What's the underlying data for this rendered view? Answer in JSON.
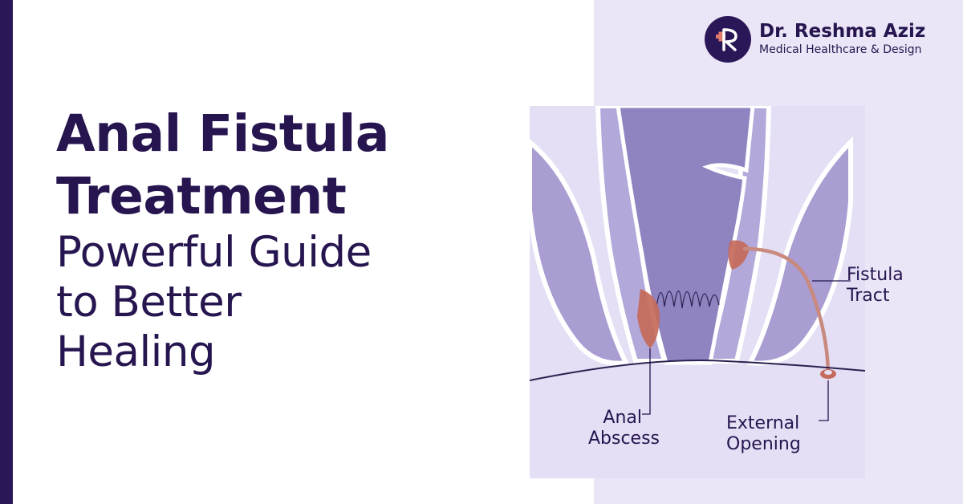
{
  "headline": {
    "title_line_1": "Anal Fistula",
    "title_line_2": "Treatment",
    "subtitle_line_1": "Powerful Guide",
    "subtitle_line_2": "to Better",
    "subtitle_line_3": "Healing"
  },
  "brand": {
    "name": "Dr. Reshma Aziz",
    "tagline": "Medical Healthcare & Design",
    "logo_icon": "reshma-aziz-monogram-logo"
  },
  "diagram": {
    "labels": {
      "fistula_tract_line_1": "Fistula",
      "fistula_tract_line_2": "Tract",
      "anal_abscess_line_1": "Anal",
      "anal_abscess_line_2": "Abscess",
      "external_opening_line_1": "External",
      "external_opening_line_2": "Opening"
    }
  },
  "colors": {
    "navy": "#26154f",
    "left_bar": "#2a1758",
    "panel_lavender": "#ebe6f7",
    "tissue_purple": "#9c8fc8",
    "tissue_light": "#b4a9d8",
    "abscess_red": "#c46a5a",
    "tract": "#c88a7e"
  }
}
